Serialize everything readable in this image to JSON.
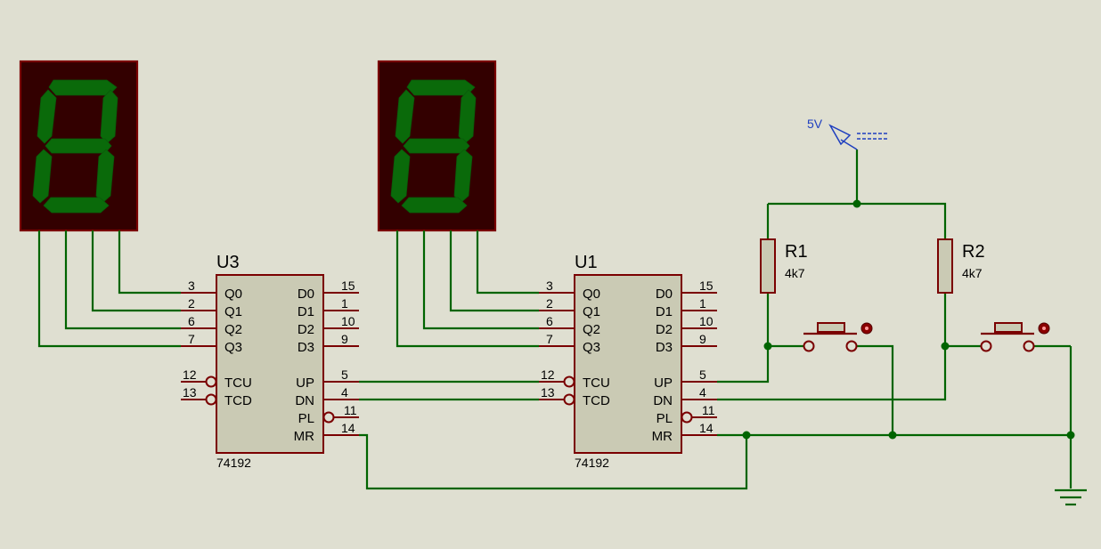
{
  "components": {
    "u3": {
      "ref": "U3",
      "part": "74192",
      "pins_left": [
        {
          "num": "3",
          "name": "Q0"
        },
        {
          "num": "2",
          "name": "Q1"
        },
        {
          "num": "6",
          "name": "Q2"
        },
        {
          "num": "7",
          "name": "Q3"
        },
        {
          "num": "12",
          "name": "TCU"
        },
        {
          "num": "13",
          "name": "TCD"
        }
      ],
      "pins_right": [
        {
          "num": "15",
          "name": "D0"
        },
        {
          "num": "1",
          "name": "D1"
        },
        {
          "num": "10",
          "name": "D2"
        },
        {
          "num": "9",
          "name": "D3"
        },
        {
          "num": "5",
          "name": "UP"
        },
        {
          "num": "4",
          "name": "DN"
        },
        {
          "num": "11",
          "name": "PL"
        },
        {
          "num": "14",
          "name": "MR"
        }
      ]
    },
    "u1": {
      "ref": "U1",
      "part": "74192",
      "pins_left": [
        {
          "num": "3",
          "name": "Q0"
        },
        {
          "num": "2",
          "name": "Q1"
        },
        {
          "num": "6",
          "name": "Q2"
        },
        {
          "num": "7",
          "name": "Q3"
        },
        {
          "num": "12",
          "name": "TCU"
        },
        {
          "num": "13",
          "name": "TCD"
        }
      ],
      "pins_right": [
        {
          "num": "15",
          "name": "D0"
        },
        {
          "num": "1",
          "name": "D1"
        },
        {
          "num": "10",
          "name": "D2"
        },
        {
          "num": "9",
          "name": "D3"
        },
        {
          "num": "5",
          "name": "UP"
        },
        {
          "num": "4",
          "name": "DN"
        },
        {
          "num": "11",
          "name": "PL"
        },
        {
          "num": "14",
          "name": "MR"
        }
      ]
    },
    "r1": {
      "ref": "R1",
      "value": "4k7"
    },
    "r2": {
      "ref": "R2",
      "value": "4k7"
    },
    "power": {
      "label": "5V"
    }
  },
  "colors": {
    "background": "#dfdfd1",
    "wire": "#006400",
    "component_outline": "#7a0000",
    "ic_body": "#cacab4",
    "display_body": "#330000",
    "segment": "#0a6a0a",
    "power_label": "#1f3fbf"
  }
}
